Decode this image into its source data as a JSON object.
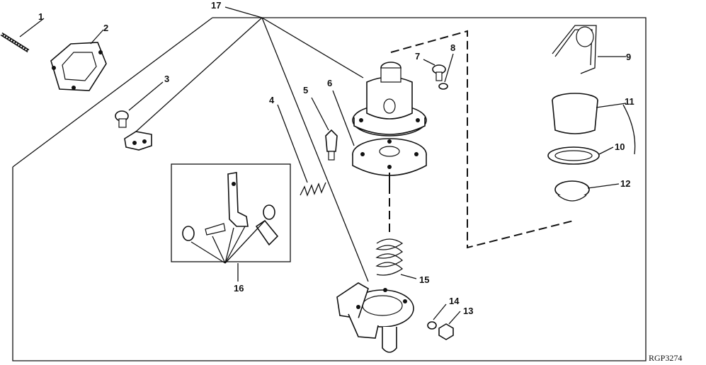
{
  "figure_code": "RGP3274",
  "callouts": [
    "1",
    "2",
    "3",
    "4",
    "5",
    "6",
    "7",
    "8",
    "9",
    "10",
    "11",
    "12",
    "13",
    "14",
    "15",
    "16",
    "17"
  ]
}
